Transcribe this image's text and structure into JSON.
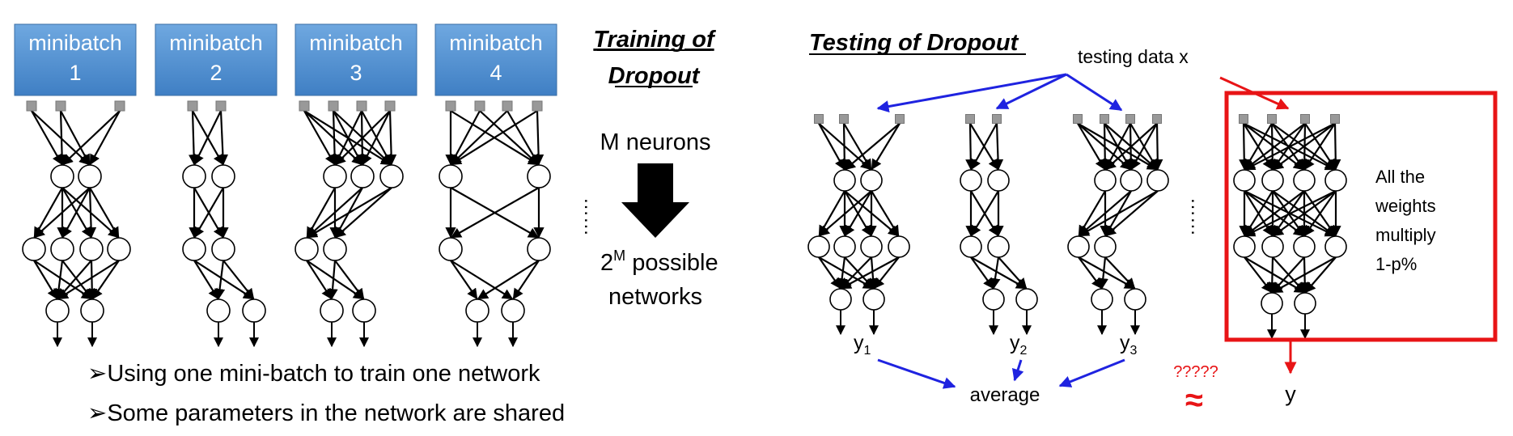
{
  "minibatches": [
    {
      "line1": "minibatch",
      "line2": "1"
    },
    {
      "line1": "minibatch",
      "line2": "2"
    },
    {
      "line1": "minibatch",
      "line2": "3"
    },
    {
      "line1": "minibatch",
      "line2": "4"
    }
  ],
  "training": {
    "title_line1": "Training of",
    "title_line2": "Dropout",
    "m_neurons": "M neurons",
    "two": "2",
    "sup_m": "M",
    "possible": " possible",
    "networks": "networks",
    "ellipsis": "……"
  },
  "bullets": [
    {
      "marker": "➢",
      "text": "Using one mini-batch to train one network"
    },
    {
      "marker": "➢",
      "text": "Some parameters in the network are shared"
    }
  ],
  "testing": {
    "title": "Testing of Dropout",
    "data_label": "testing data x",
    "y1": "y",
    "sub1": "1",
    "y2": "y",
    "sub2": "2",
    "y3": "y",
    "sub3": "3",
    "average": "average",
    "question": "?????",
    "approx": "≈",
    "y_final": "y",
    "ellipsis": "……",
    "weights_line1": "All the",
    "weights_line2": "weights",
    "weights_line3": "multiply",
    "weights_line4": "1-p%"
  },
  "colors": {
    "minibatch_fill": "#5b9bd5",
    "blue_arrow": "#1f23e0",
    "red": "#e81416"
  }
}
